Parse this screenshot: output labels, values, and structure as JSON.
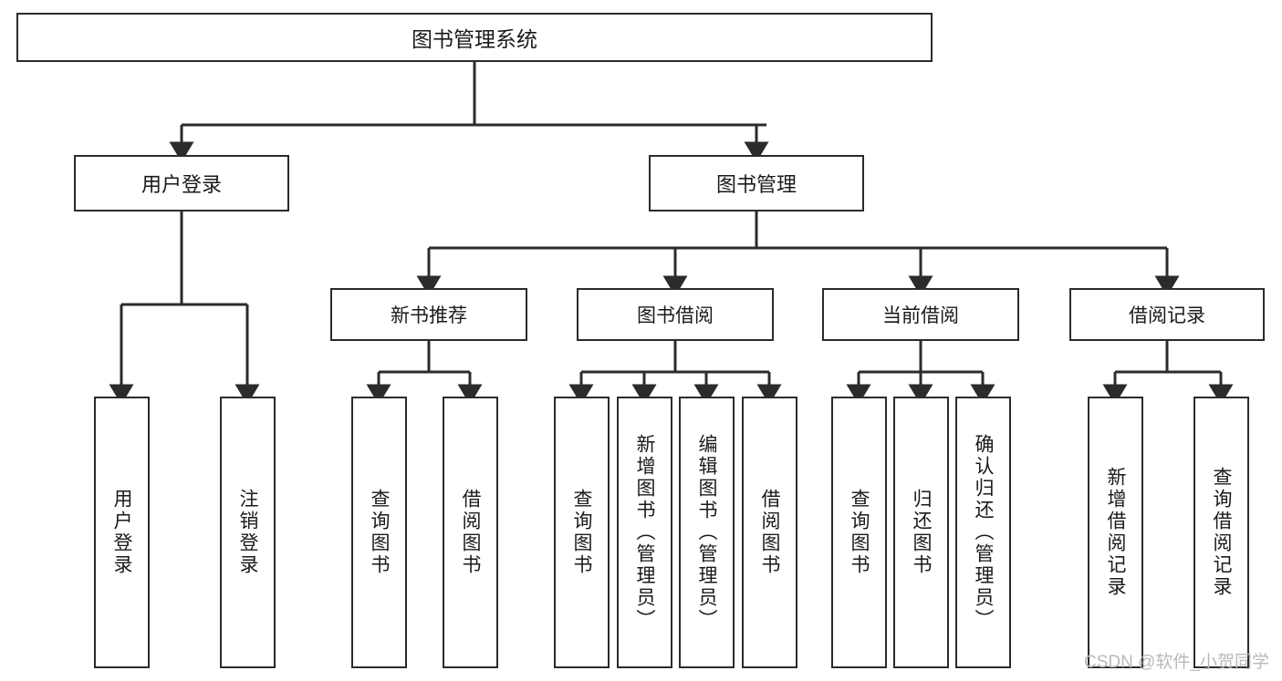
{
  "diagram": {
    "type": "tree",
    "title": "图书管理系统",
    "root": {
      "label": "图书管理系统",
      "children": [
        {
          "label": "用户登录",
          "children": [
            {
              "label": "用户登录"
            },
            {
              "label": "注销登录"
            }
          ]
        },
        {
          "label": "图书管理",
          "children": [
            {
              "label": "新书推荐",
              "children": [
                {
                  "label": "查询图书"
                },
                {
                  "label": "借阅图书"
                }
              ]
            },
            {
              "label": "图书借阅",
              "children": [
                {
                  "label": "查询图书"
                },
                {
                  "label": "新增图书（管理员）"
                },
                {
                  "label": "编辑图书（管理员）"
                },
                {
                  "label": "借阅图书"
                }
              ]
            },
            {
              "label": "当前借阅",
              "children": [
                {
                  "label": "查询图书"
                },
                {
                  "label": "归还图书"
                },
                {
                  "label": "确认归还（管理员）"
                }
              ]
            },
            {
              "label": "借阅记录",
              "children": [
                {
                  "label": "新增借阅记录"
                },
                {
                  "label": "查询借阅记录"
                }
              ]
            }
          ]
        }
      ]
    }
  },
  "nodes": {
    "root": "图书管理系统",
    "user_login": "用户登录",
    "book_manage": "图书管理",
    "new_book_rec": "新书推荐",
    "book_borrow": "图书借阅",
    "current_borrow": "当前借阅",
    "borrow_record": "借阅记录",
    "leaf_user_login": "用户登录",
    "leaf_logout": "注销登录",
    "leaf_query_book_1": "查询图书",
    "leaf_borrow_book_1": "借阅图书",
    "leaf_query_book_2": "查询图书",
    "leaf_add_book": "新增图书（管理员）",
    "leaf_edit_book": "编辑图书（管理员）",
    "leaf_borrow_book_2": "借阅图书",
    "leaf_query_book_3": "查询图书",
    "leaf_return_book": "归还图书",
    "leaf_confirm_return": "确认归还（管理员）",
    "leaf_add_record": "新增借阅记录",
    "leaf_query_record": "查询借阅记录"
  },
  "watermark": {
    "text": "CSDN @软件_小贺同学"
  },
  "colors": {
    "stroke": "#2b2b2b",
    "background": "#ffffff",
    "text": "#1a1a1a",
    "watermark": "#b9b9b9"
  }
}
